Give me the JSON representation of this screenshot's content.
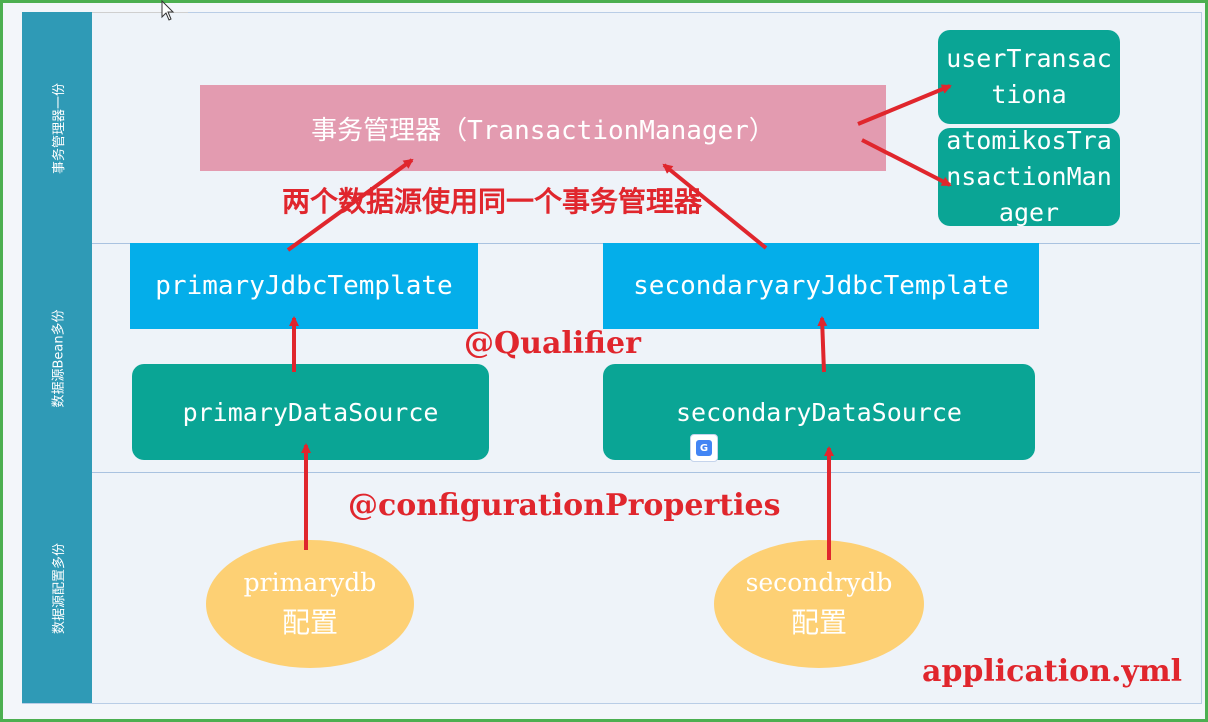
{
  "lanes": [
    {
      "label": "事务管理器一份"
    },
    {
      "label": "数据源Bean多份"
    },
    {
      "label": "数据源配置多份"
    }
  ],
  "transaction_manager": {
    "label": "事务管理器（TransactionManager）"
  },
  "implementations": {
    "user_transaction": "userTransactiona",
    "atomikos": "atomikosTransactionManager"
  },
  "templates": {
    "primary": "primaryJdbcTemplate",
    "secondary": "secondaryaryJdbcTemplate"
  },
  "datasources": {
    "primary": "primaryDataSource",
    "secondary": "secondaryDataSource"
  },
  "configs": {
    "primary": {
      "name": "primarydb",
      "suffix": "配置"
    },
    "secondary": {
      "name": "secondrydb",
      "suffix": "配置"
    }
  },
  "annotations": {
    "shared_tm": "两个数据源使用同一个事务管理器",
    "qualifier": "@Qualifier",
    "config_props": "@configurationProperties",
    "file": "application.yml"
  },
  "colors": {
    "lane_bar": "#2f9ab6",
    "tm_box": "#e39bb0",
    "template_box": "#04aeea",
    "datasource_box": "#0aa595",
    "config_ellipse": "#fdd074",
    "arrow": "#e0262d",
    "frame_border": "#4caf50"
  },
  "icons": [
    "cursor-icon",
    "translate-icon"
  ]
}
